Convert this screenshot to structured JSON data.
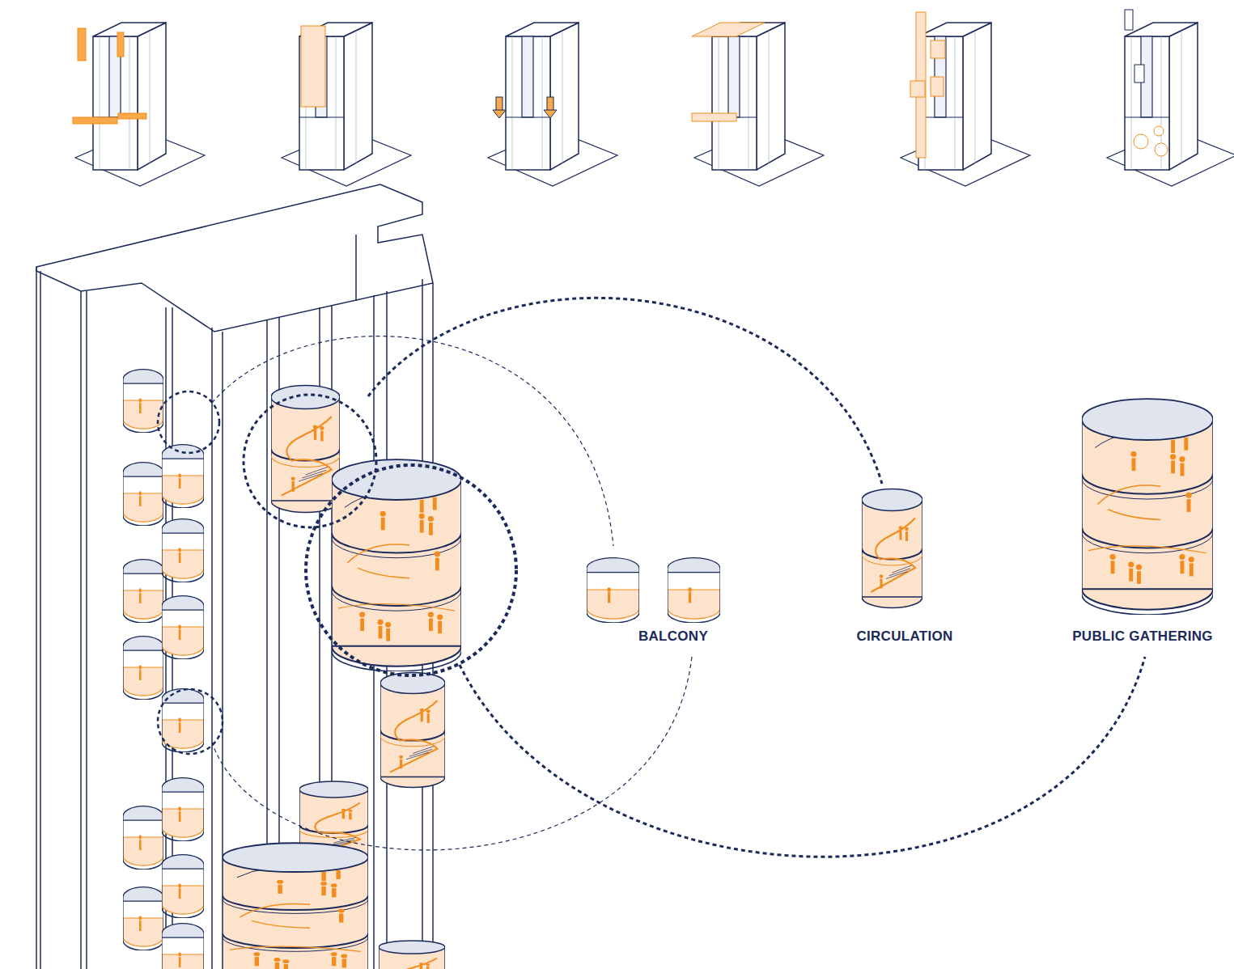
{
  "diagram": {
    "labels": [
      "BALCONY",
      "CIRCULATION",
      "PUBLIC GATHERING"
    ]
  }
}
